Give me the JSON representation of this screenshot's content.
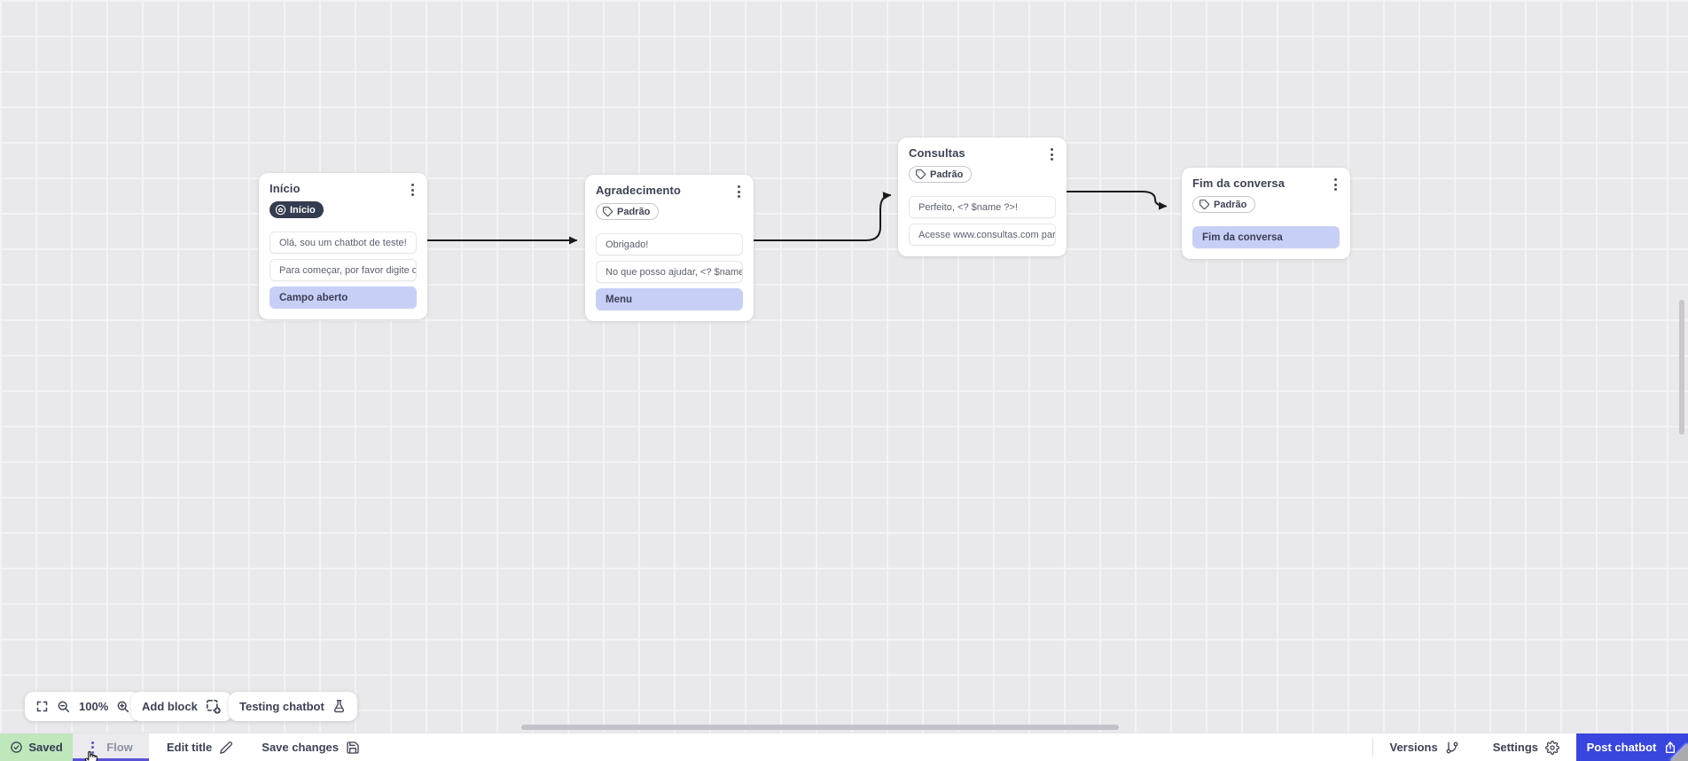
{
  "canvas": {
    "nodes": [
      {
        "title": "Início",
        "badge": {
          "label": "Início",
          "icon": "home-icon",
          "variant": "dark"
        },
        "rows": [
          {
            "text": "Olá, sou um chatbot de teste!",
            "variant": "message"
          },
          {
            "text": "Para começar, por favor digite o ...",
            "variant": "message"
          },
          {
            "text": "Campo aberto",
            "variant": "input"
          }
        ]
      },
      {
        "title": "Agradecimento",
        "badge": {
          "label": "Padrão",
          "icon": "tag-icon",
          "variant": "outline"
        },
        "rows": [
          {
            "text": "Obrigado!",
            "variant": "message"
          },
          {
            "text": "No que posso ajudar, <? $name ...",
            "variant": "message"
          },
          {
            "text": "Menu",
            "variant": "input"
          }
        ]
      },
      {
        "title": "Consultas",
        "badge": {
          "label": "Padrão",
          "icon": "tag-icon",
          "variant": "outline"
        },
        "rows": [
          {
            "text": "Perfeito, <? $name ?>!",
            "variant": "message"
          },
          {
            "text": "Acesse www.consultas.com par...",
            "variant": "message"
          }
        ]
      },
      {
        "title": "Fim da conversa",
        "badge": {
          "label": "Padrão",
          "icon": "tag-icon",
          "variant": "outline"
        },
        "rows": [
          {
            "text": "Fim da conversa",
            "variant": "input"
          }
        ]
      }
    ]
  },
  "toolbar": {
    "zoom_level": "100%",
    "add_block_label": "Add block",
    "testing_chatbot_label": "Testing chatbot"
  },
  "statusbar": {
    "saved_label": "Saved",
    "flow_tab_label": "Flow",
    "edit_title_label": "Edit title",
    "save_changes_label": "Save changes",
    "versions_label": "Versions",
    "settings_label": "Settings",
    "post_chatbot_label": "Post chatbot"
  },
  "icons": {
    "node_menu": "kebab-menu-icon",
    "badge_home": "home-icon",
    "badge_tag": "tag-icon",
    "toolbar": [
      "fullscreen-icon",
      "zoom-out-icon",
      "zoom-in-icon",
      "add-block-icon",
      "flask-icon"
    ],
    "statusbar": [
      "check-circle-icon",
      "pencil-icon",
      "floppy-icon",
      "git-branch-icon",
      "gear-icon",
      "upload-icon"
    ]
  },
  "colors": {
    "canvas_bg": "#e9e8ea",
    "accent_purple": "#5a52d5",
    "post_button_blue": "#3845de",
    "saved_green_bg": "#bfe7bc",
    "input_row_bg": "#c8cff7",
    "dark_badge_bg": "#343c4f",
    "connector": "#1a1a1a"
  }
}
